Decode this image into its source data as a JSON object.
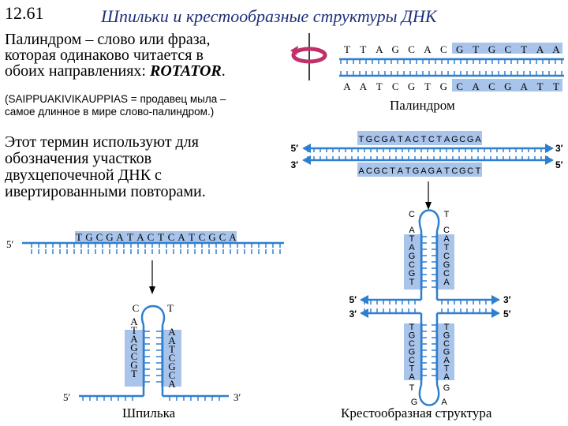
{
  "slide_number": "12.61",
  "title": "Шпильки и крестообразные структуры ДНК",
  "palindrome_def": {
    "line1": "Палиндром – слово или фраза,",
    "line2": "которая одинаково читается в",
    "line3_prefix": "обоих направлениях: ",
    "example_word": "ROTATOR",
    "line3_suffix": "."
  },
  "palindrome_example": {
    "line1": "(SAIPPUAKIVIKAUPPIAS = продавец мыла –",
    "line2": "самое длинное в мире слово-палиндром.)"
  },
  "term_text": {
    "line1": "Этот термин используют для",
    "line2": "обозначения участков",
    "line3": "двухцепочечной ДНК с",
    "line4": "ивертированными повторами."
  },
  "palindrome_figure": {
    "top_strand": "TTAGCACGTGCTAA",
    "bottom_strand": "AATCGTGCACGATT",
    "caption": "Палиндром"
  },
  "cruciform_input": {
    "top_strand": "TGCGATACTCTAGCGA",
    "bottom_strand": "ACGCTATGAGATCGCT",
    "end_labels": {
      "top_left": "5′",
      "top_right": "3′",
      "bottom_left": "3′",
      "bottom_right": "5′"
    }
  },
  "hairpin_input": {
    "strand": "TGCGATACTCATCGCA",
    "end_label": "5′"
  },
  "hairpin": {
    "loop_left": "C",
    "loop_right": "T",
    "stem_left": "ATAGCGT",
    "stem_right": "AATCGCA",
    "end_left": "5′",
    "end_right": "3′",
    "caption": "Шпилька"
  },
  "cruciform": {
    "upper_loop_left": "C",
    "upper_loop_right": "T",
    "upper_stem_left": "ATAGCGT",
    "upper_stem_right": "CATCGCA",
    "lower_stem_left": "TGCGCTA",
    "lower_stem_right": "TGCGATA",
    "lower_loop_left": "T",
    "lower_loop_right": "G",
    "lower_loop_bottom_left": "G",
    "lower_loop_bottom_right": "A",
    "end_labels": {
      "left_top": "5′",
      "right_top": "3′",
      "left_bottom": "3′",
      "right_bottom": "5′"
    },
    "caption": "Крестообразная структура"
  },
  "colors": {
    "title": "#1f2f7a",
    "strand": "#2f7fd0",
    "highlight": "#a9c4ea",
    "rotate_icon": "#c0306a"
  }
}
